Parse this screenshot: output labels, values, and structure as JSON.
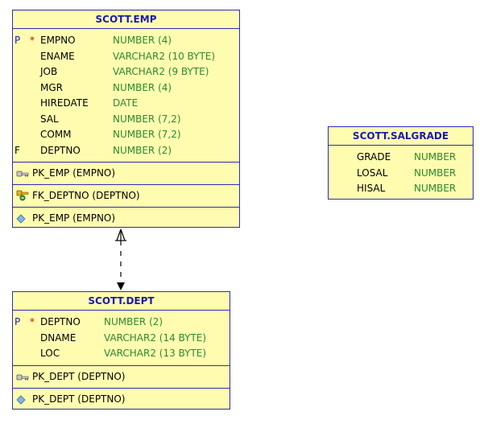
{
  "tables": {
    "emp": {
      "title": "SCOTT.EMP",
      "columns": [
        {
          "flag": "P",
          "required": "*",
          "name": "EMPNO",
          "type": "NUMBER (4)"
        },
        {
          "flag": "",
          "required": "",
          "name": "ENAME",
          "type": "VARCHAR2 (10 BYTE)"
        },
        {
          "flag": "",
          "required": "",
          "name": "JOB",
          "type": "VARCHAR2 (9 BYTE)"
        },
        {
          "flag": "",
          "required": "",
          "name": "MGR",
          "type": "NUMBER (4)"
        },
        {
          "flag": "",
          "required": "",
          "name": "HIREDATE",
          "type": "DATE"
        },
        {
          "flag": "",
          "required": "",
          "name": "SAL",
          "type": "NUMBER (7,2)"
        },
        {
          "flag": "",
          "required": "",
          "name": "COMM",
          "type": "NUMBER (7,2)"
        },
        {
          "flag": "F",
          "required": "",
          "name": "DEPTNO",
          "type": "NUMBER (2)"
        }
      ],
      "primary_key": "PK_EMP (EMPNO)",
      "foreign_key": "FK_DEPTNO (DEPTNO)",
      "index": "PK_EMP (EMPNO)"
    },
    "salgrade": {
      "title": "SCOTT.SALGRADE",
      "columns": [
        {
          "name": "GRADE",
          "type": "NUMBER"
        },
        {
          "name": "LOSAL",
          "type": "NUMBER"
        },
        {
          "name": "HISAL",
          "type": "NUMBER"
        }
      ]
    },
    "dept": {
      "title": "SCOTT.DEPT",
      "columns": [
        {
          "flag": "P",
          "required": "*",
          "name": "DEPTNO",
          "type": "NUMBER (2)"
        },
        {
          "flag": "",
          "required": "",
          "name": "DNAME",
          "type": "VARCHAR2 (14 BYTE)"
        },
        {
          "flag": "",
          "required": "",
          "name": "LOC",
          "type": "VARCHAR2 (13 BYTE)"
        }
      ],
      "primary_key": "PK_DEPT (DEPTNO)",
      "index": "PK_DEPT (DEPTNO)"
    }
  },
  "icons": {
    "primary_key": "key-icon",
    "foreign_key": "foreign-key-icon",
    "index": "index-diamond-icon"
  },
  "colors": {
    "table_fill": "#fffcb0",
    "table_border": "#2b2bb8",
    "title_text": "#1a1ab0",
    "type_text": "#2c8a2c",
    "required_marker": "#d00000"
  }
}
